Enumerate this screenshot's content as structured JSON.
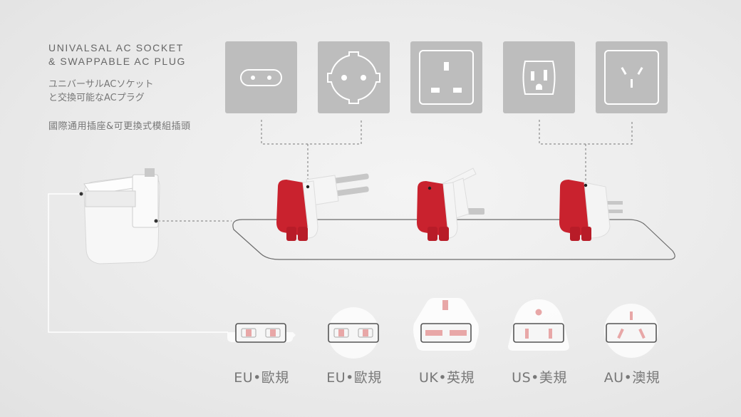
{
  "header": {
    "title_en_line1": "UNIVALSAL AC SOCKET",
    "title_en_line2": "& SWAPPABLE AC PLUG",
    "title_ja_line1": "ユニバーサルACソケット",
    "title_ja_line2": "と交換可能なACプラグ",
    "title_zh": "國際通用插座&可更換式模組插頭"
  },
  "sockets": [
    {
      "icon": "eu-socket-icon"
    },
    {
      "icon": "schuko-socket-icon"
    },
    {
      "icon": "uk-socket-icon"
    },
    {
      "icon": "us-socket-icon"
    },
    {
      "icon": "au-socket-icon"
    }
  ],
  "plug_labels": [
    {
      "label": "EU•歐規"
    },
    {
      "label": "EU•歐規"
    },
    {
      "label": "UK•英規"
    },
    {
      "label": "US•美規"
    },
    {
      "label": "AU•澳規"
    }
  ],
  "colors": {
    "accent_red": "#c9222e",
    "tile_gray": "#bdbdbd",
    "plug_white": "#f7f7f7",
    "pin_pink": "#e8a7a7"
  }
}
